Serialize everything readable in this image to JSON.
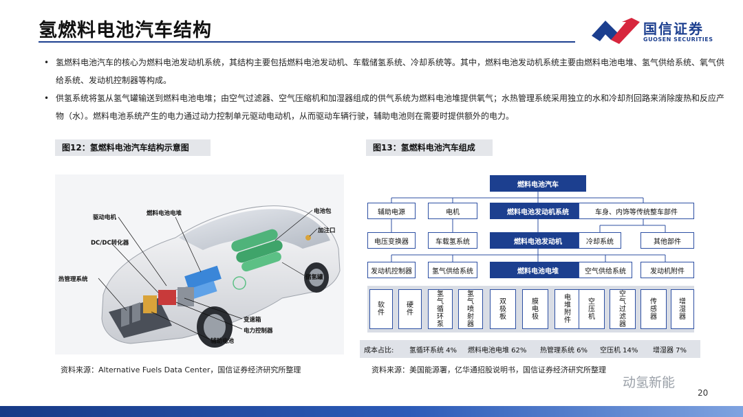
{
  "header": {
    "title": "氢燃料电池汽车结构",
    "logo_text": "国信证券",
    "logo_en": "GUOSEN SECURITIES"
  },
  "bullets": [
    "氢燃料电池汽车的核心为燃料电池发动机系统，其结构主要包括燃料电池发动机、车载储氢系统、冷却系统等。其中，燃料电池发动机系统主要由燃料电池电堆、氢气供给系统、氧气供给系统、发动机控制器等构成。",
    "供氢系统将氢从氢气罐输送到燃料电池电堆；由空气过滤器、空气压缩机和加湿器组成的供气系统为燃料电池堆提供氧气；水热管理系统采用独立的水和冷却剂回路来消除废热和反应产物（水）。燃料电池系统产生的电力通过动力控制单元驱动电动机，从而驱动车辆行驶，辅助电池则在需要时提供额外的电力。"
  ],
  "figure12": {
    "label": "图12：氢燃料电池汽车结构示意图",
    "labels": {
      "drive_motor": "驱动电机",
      "fuel_cell_stack": "燃料电池电堆",
      "battery_pack": "电池包",
      "filler": "加注口",
      "dcdc": "DC/DC转化器",
      "thermal": "热管理系统",
      "tank": "储氢罐",
      "gearbox": "变速箱",
      "power_controller": "电力控制器",
      "aux_battery": "辅助电池"
    },
    "source": "资料来源：Alternative Fuels Data Center，国信证券经济研究所整理"
  },
  "figure13": {
    "label": "图13：氢燃料电池汽车组成",
    "root": "燃料电池汽车",
    "level1": [
      "辅助电源",
      "电机",
      "燃料电池发动机系统",
      "车身、内饰等传统整车部件"
    ],
    "level2": [
      "电压变换器",
      "车载氢系统",
      "燃料电池发动机",
      "冷却系统",
      "其他部件"
    ],
    "level3": [
      "发动机控制器",
      "氢气供给系统",
      "燃料电池电堆",
      "空气供给系统",
      "发动机附件"
    ],
    "leaves": [
      "软件",
      "硬件",
      "氢气循环泵",
      "氢气喷射器",
      "双极板",
      "膜电极",
      "电堆附件",
      "空压机",
      "空气过滤器",
      "传感器",
      "增湿器"
    ],
    "cost_label": "成本占比:",
    "cost_items": [
      "氢循环系统 4%",
      "燃料电池电堆 62%",
      "热管理系统 6%",
      "空压机 14%",
      "增湿器 7%"
    ],
    "source": "资料来源：美国能源署，亿华通招股说明书，国信证券经济研究所整理"
  },
  "footer": {
    "watermark": "动氢新能",
    "page": "20"
  },
  "colors": {
    "brand_blue": "#1c3f8f",
    "brand_red": "#d7263d"
  }
}
